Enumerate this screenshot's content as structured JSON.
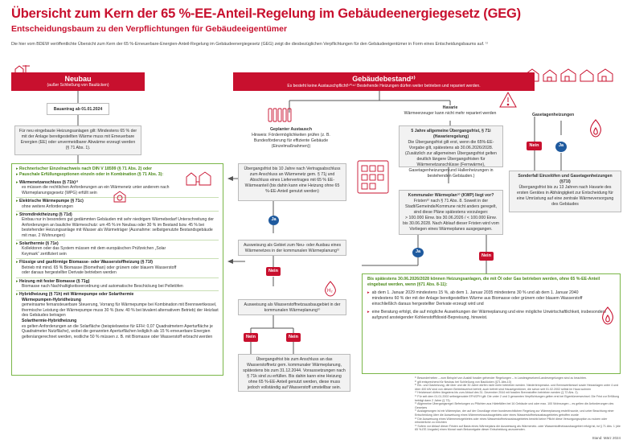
{
  "header": {
    "title": "Übersicht zum Kern der 65 %-EE-Anteil-Regelung im Gebäudeenergiegesetz (GEG)",
    "subtitle": "Entscheidungsbaum zu den Verpflichtungen für Gebäudeeigentümer",
    "intro": "Die hier vom BDEW veröffentlichte Übersicht zum Kern der 65 %-Erneuerbare-Energien-Anteil-Regelung im Gebäudeenergiegesetz (GEG) zeigt die diesbezüglichen Verpflichtungen für den Gebäudeeigentümer in Form eines Entscheidungsbaums auf. ¹⁾"
  },
  "neubau": {
    "title": "Neubau",
    "sub": "(außer Schließung von Baulücken)",
    "stichtag": "Bauantrag ab 01.01.2024",
    "rule": "Für neu eingebaute Heizungsanlagen gilt: Mindestens 65 % der mit der Anlage bereitgestellten Wärme muss mit Erneuerbare Energien (EE) oder unvermeidbarer Abwärme erzeugt werden (§ 71 Abs. 1)."
  },
  "options": {
    "head1": "Rechnerischer Einzelnachweis nach DIN V 18599 (§ 71 Abs. 2) oder",
    "head2": "Pauschale Erfüllungsoptionen einzeln oder in Kombination (§ 71 Abs. 3):",
    "items": [
      {
        "title": "Wärmenetzanschluss (§ 71b)³⁾",
        "text": "es müssen die rechtlichen Anforderungen an ein Wärmenetz unter anderem nach Wärmeplanungsgesetz (WPG) erfüllt sein"
      },
      {
        "title": "Elektrische Wärmepumpe (§ 71c)",
        "text": "ohne weitere Anforderungen"
      },
      {
        "title": "Stromdirektheizung (§ 71d)",
        "text": "Einbau nur in besonders gut gedämmten Gebäuden mit sehr niedrigem Wärmebedarf Unterschreitung der Anforderungen an bauliche Wärmeschutz: um 45 % im Neubau oder 30 % im Bestand bzw. 45 % bei bestehender Heizungsanlage mit Wasser als Wärmeträger (Ausnahme: selbstgenutzte Bestandsgebäude mit max. 2 Wohnungen)"
      },
      {
        "title": "Solarthermie (§ 71e)",
        "text": "Kollektoren oder das System müssen mit dem europäischen Prüfzeichen „Solar Keymark“ zertifiziert sein"
      },
      {
        "title": "Flüssige und gasförmige Biomasse- oder Wasserstoffheizung (§ 71f)",
        "text": "Betrieb mit mind. 65 % Biomasse (Biomethan) oder grünem oder blauem Wasserstoff oder daraus hergestellter Derivate betrieben werden"
      },
      {
        "title": "Heizung mit fester Biomasse (§ 71g)",
        "text": "Biomasse nach Nachhaltigkeitsverordnung und automatische Beschickung bei Pelletöfen"
      },
      {
        "title": "Hybridheizung (§ 71h) mit Wärmepumpe oder Solarthermie",
        "text": ""
      }
    ],
    "hybrid_wp_title": "Wärmepumpen-Hybridheizung",
    "hybrid_wp_text": "gemeinsame fernansteuerbare Steuerung, Vorrang für Wärmepumpe bei Kombination mit Brennwertkessel, thermische Leistung der Wärmepumpe muss 30 % (bzw. 40 % bei bivalent alternativem Betrieb) der Heizlast des Gebäudes betragen",
    "hybrid_st_title": "Solarthermie-Hybridheizung",
    "hybrid_st_text": "es gelten Anforderungen an die Solarfläche (beispielsweise für EFH: 0,07 Quadratmetern Aperturfläche je Quadratmeter Nutzfläche), wobei die genannten Aperturflächen lediglich als 15 % erneuerbare Energien gelten/angerechnet werden, restliche 50 % müssen z. B. mit Biomasse oder Wasserstoff erbracht werden"
  },
  "bestand": {
    "title": "Gebäudebestand²⁾",
    "sub": "Es besteht keine Austauschpflicht!¹⁰⁾¹¹⁾ Bestehende Heizungen dürfen weiter betrieben und repariert werden."
  },
  "central": {
    "austausch_title": "Geplanter Austausch",
    "austausch_text": "Hinweis: Fördermöglichkeiten prüfen (z. B. Bundesförderung für effiziente Gebäude (Einzelmaßnahmen))",
    "uebergang_waermenetz": "Übergangsfrist bis 10 Jahre nach Vertragsabschluss zum Anschluss an Wärmenetz gem. § 71j und Abschluss eines Liefervertrages mit 65 % EE-Wärmeanteil (bis dahin kann eine Heizung ohne 65 %-EE-Anteil genutzt werden)",
    "ausweisung_netz": "Ausweisung als Gebiet zum Neu- oder Ausbau eines Wärmenetzes in der kommunalen Wärmeplanung⁵⁾",
    "ausweisung_h2": "Ausweisung als Wasserstoffnetzausbaugebiet in der kommunalen Wärmeplanung⁵⁾",
    "uebergang_h2": "Übergangsfrist bis zum Anschluss an das Wasserstoffnetz gem. kommunaler Wärmeplanung, spätestens bis zum 31.12.2044. Voraussetzungen nach § 71k sind zu erfüllen. Bis dahin kann eine Heizung ohne 65 %-EE-Anteil genutzt werden, diese muss jedoch vollständig auf Wasserstoff umstellbar sein."
  },
  "right": {
    "havarie_title": "Havarie",
    "havarie_text": "Wärmeerzeuger kann nicht mehr repariert werden",
    "gasetagen": "Gasetagenheizungen",
    "uebergang_title": "5 Jahre allgemeine Übergangsfrist, § 71i (Havarieregelung)",
    "uebergang_text": "Die Übergangsfrist gilt erst, wenn die 65%-EE-Vorgabe gilt, spätestens ab 30.06.2026/2028. (Zusätzlich zur allgemeinen Übergangsfrist gelten deutlich längere Übergangsfristen für Wärmenetzanschlüsse (Fernwärme), Gasetagenheizungen und Hallenheizungen in bestehenden Gebäuden.)",
    "sonderfall_title": "Sonderfall Einzelöfen und Gasetagenheizungen (§71l)",
    "sonderfall_text": "Übergangsfrist bis zu 13 Jahren nach Havarie des ersten Gerätes in Abhängigkeit zur Entscheidung für eine Umrüstung auf eine zentrale Wärmeversorgung des Gebäudes",
    "kwp_title": "Kommunaler Wärmeplan⁵⁾ (KWP) liegt vor?",
    "kwp_text": "Fristen⁶⁾ nach § 71 Abs. 8. Soweit in der Stadt/Gemeinde/Kommune nicht anders geregelt, sind diese Pläne spätestens vorzulegen:",
    "kwp_line1": "> 100.000 Einw. bis 30.06.2026 / < 100.000 Einw. bis 30.06.2028. Nach Ablauf dieser Fristen wird vom Vorliegen eines Wärmeplanes ausgegangen.",
    "final_head": "Bis spätestens 30.06.2026/2028 können Heizungsanlagen, die mit Öl oder Gas betrieben werden, ohne 65 %-EE-Anteil eingebaut werden, wenn (§71 Abs. 8-11):",
    "final_item1": "ab dem 1. Januar 2029 mindestens 15 %, ab dem 1. Januar 2035 mindestens 30 % und ab dem 1. Januar 2040 mindestens 60 % der mit der Anlage bereitgestellten Wärme aus Biomasse oder grünem oder blauem Wasserstoff einschließlich daraus hergestellter Derivate erzeugt wird und",
    "final_item2": "eine Beratung erfolgt, die auf mögliche Auswirkungen der Wärmeplanung und eine mögliche Unwirtschaftlichkeit, insbesondere aufgrund ansteigender Kohlenstoffdioxid-Bepreisung, hinweist."
  },
  "decisions": {
    "ja": "Ja",
    "nein": "Nein"
  },
  "footnotes": [
    "¹⁾ Besonderheiten – zum Beispiel von Ausfall fossiler gehender Regelungen – in Landesgesetzen/Landesregelungen sind zu beachten.",
    "²⁾ gilt entsprechend für Neubau bei Schließung von Baulücken (§71 Abs.10)",
    "³⁾ Ein- und Gasheizung, die über und die 30 Jahre dürfen nicht mehr betrieben werden. Niedertemperatur- und Brennwertkessel sowie Heizanlagen unter 4 und über 400 kW sind von diesem Betriebsverbot befreit; auch befreit sind Hauseigentümer, die schon seit 01.02.2002 selbst im Haus wohnen",
    "⁴⁾ Heizkessel dürfen längstens bis zum Ablauf des 31. Dezember 2044 mit fossilen Brennstoffen betrieben werden (§ 72 Abs. 2).",
    "⁵⁾ Für seit dem 01.01.2002 selbstgenutzte EFH/ZFH gilt: Die unter 2 und 3 genannten Verpflichtungen gelten erst bei Eigentümerwechsel. Die Frist zur Erfüllung beträgt dann 2 Jahre (§ 73).",
    "⁶⁾ Allgemeine Übergangsregel: Befreiungen zu Pflichten aus Härtefällen bei 16 Gebäude und oder max. 100 Wohnungen – es gelten die Anforderungen des Gesetzes",
    "⁷⁾ Auslagerungen ist ein Wärmeplan, der auf der Grundlage einer bundesrechtlichen Regelung zur Wärmeplanung erstellt wurde, und unter Beachtung einer Entscheidung über die Ausweisung eines Wärmenetzausbaugebiets oder eines Wasserstoffnetzausbaugebietes getroffen wurde",
    "⁸⁾ Die Ausweisung eines Wärmenetzgebietes oder eines Wasserstoffnetzausbaugebietes bewirkt keine Pflicht diese Versorgungsoption zu nutzen oder erforderliche zu errichten",
    "⁹⁾ Sofern vor Ablauf dieser Fristen auf Basis eines Wärmeplans die Ausweisung als Wärmenetz- oder Wasserstoffnetzausbaugebiet erfolgt ist, ist § 71 Abs. 1 (die 65 %-EE-Vorgabe) einen Monat nach Bekanntgabe dieser Entscheidung anzuwenden."
  ],
  "stand": "Stand: März 2024",
  "colors": {
    "brand_red": "#c8102e",
    "blue": "#1f5a9e",
    "green": "#7ab648"
  }
}
